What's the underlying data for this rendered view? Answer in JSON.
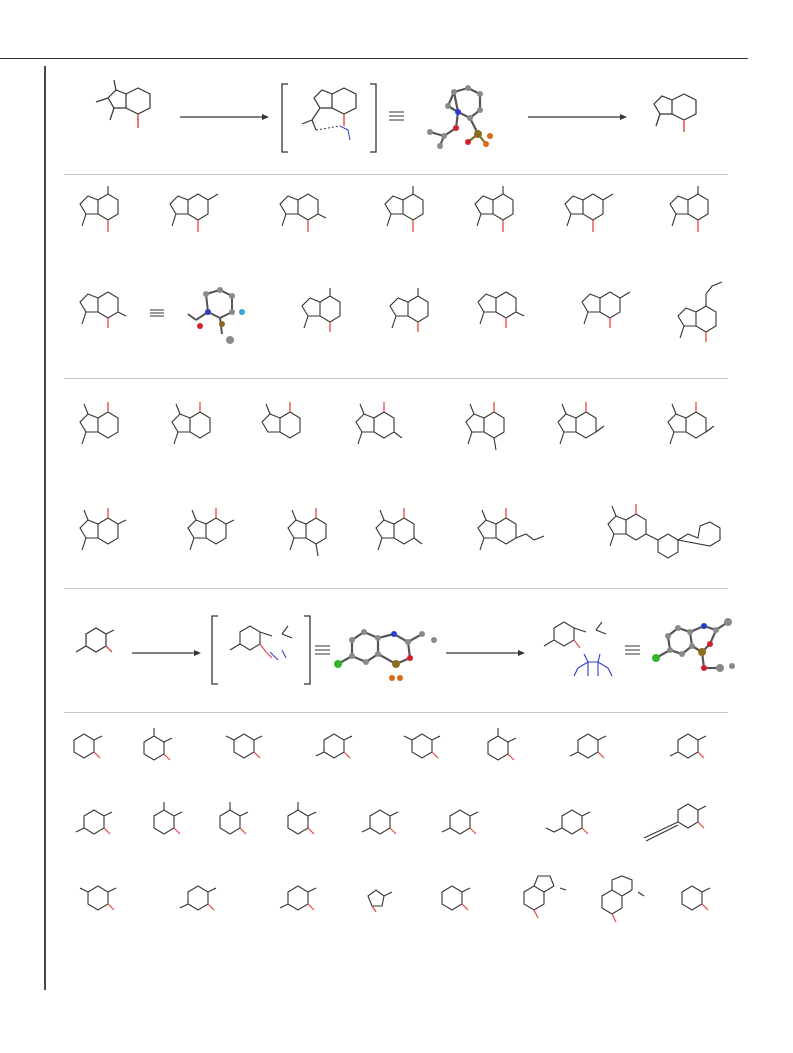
{
  "figure": {
    "sections": [
      {
        "id": "indole-mechanism",
        "kind": "scheme-row"
      },
      {
        "id": "indole-scope-1",
        "kind": "product-grid"
      },
      {
        "id": "indole-scope-2",
        "kind": "product-grid"
      },
      {
        "id": "arene-mechanism",
        "kind": "scheme-row"
      },
      {
        "id": "arene-scope",
        "kind": "product-grid"
      }
    ],
    "colors": {
      "bond": "#333333",
      "new_bond_highlight": "#e8453c",
      "nitrogen": "#2a3cc9",
      "oxygen": "#d0222a",
      "boron": "#8a6d1e",
      "fluorine": "#d96a1a",
      "chlorine": "#2fb52f",
      "carbon_atom": "#8a8a8a",
      "divider": "#c8c8c8"
    },
    "icons": [
      "molecule-structure",
      "reaction-arrow",
      "equivalence-sign",
      "square-bracket",
      "crystal-structure-ortep"
    ]
  }
}
